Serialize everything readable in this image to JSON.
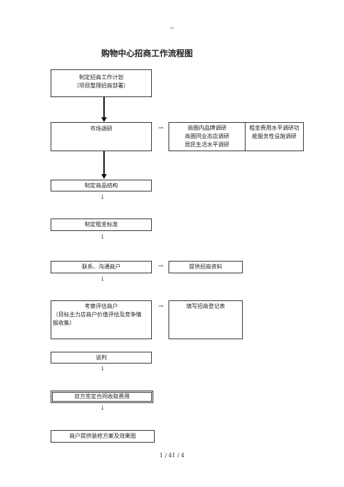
{
  "header": {
    "mark": "--"
  },
  "title": "购物中心招商工作流程图",
  "steps": {
    "plan": {
      "line1": "制定招商工作计划",
      "line2": "（项目整理招商部署）"
    },
    "research": {
      "label": "市场调研"
    },
    "research_detail_a": {
      "line1": "商圈内品牌调研",
      "line2": "商圈同业态店调研",
      "line3": "居民生活水平调研"
    },
    "research_detail_b": {
      "line1": "租金费用水平调研功",
      "line2": "能服务性设施调研"
    },
    "product_structure": {
      "label": "制定商品结构"
    },
    "rent_standard": {
      "label": "制定租金标准"
    },
    "contact": {
      "label": "联系、沟通商户"
    },
    "contact_detail": {
      "label": "提供招商资料"
    },
    "evaluate": {
      "line1": "考察评估商户",
      "line2": "（目标主力店商户价值评估及竞争情",
      "line3": "报收集）"
    },
    "evaluate_detail": {
      "label": "填写招商登记表"
    },
    "negotiate": {
      "label": "谈判"
    },
    "contract": {
      "label": "双方签定合同收取费用"
    },
    "decoration": {
      "label": "商户提供装修方案及效果图"
    }
  },
  "glyphs": {
    "right_arrow": "→",
    "down_arrow": "↓"
  },
  "footer": {
    "page": "1 / 41 / 4"
  }
}
